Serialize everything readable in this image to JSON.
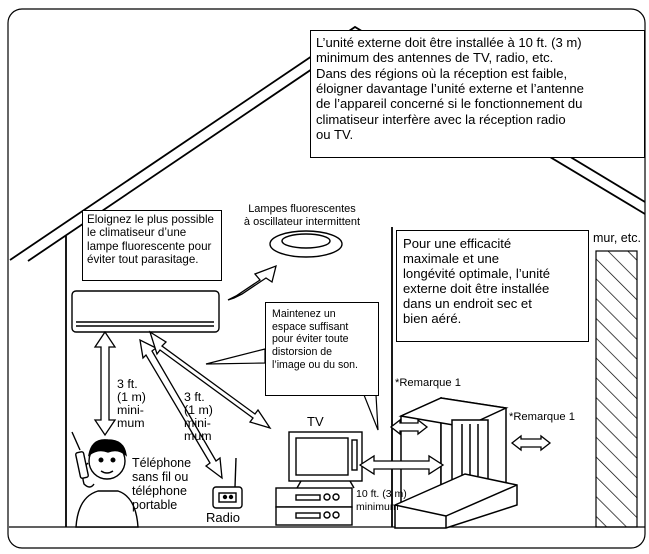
{
  "notes": {
    "antenna_distance": "L’unité externe doit être installée à 10 ft. (3 m)\nminimum des antennes de TV, radio, etc.\nDans des régions où la réception est faible,\néloigner davantage l’unité externe et l’antenne\nde l’appareil concerné si le fonctionnement du\nclimatiseur interfère avec la réception radio\nou TV.",
    "fluorescent_advice": "Eloignez le plus possible\nle climatiseur d’une\nlampe fluorescente pour\néviter tout parasitage.",
    "fluorescent_lamp_label": "Lampes fluorescentes\nà oscillateur intermittent",
    "outdoor_unit_advice": "Pour une efficacité\nmaximale et une\nlongévité optimale, l’unité\nexterne doit être installée\ndans un endroit sec et\nbien aéré.",
    "tv_space_advice": "Maintenez un\nespace suffisant\npour éviter toute\ndistorsion de\nl’image ou du son."
  },
  "labels": {
    "wall": "mur, etc.",
    "tv": "TV",
    "radio": "Radio",
    "phone": "Téléphone\nsans fil ou\ntéléphone\nportable",
    "remark_top": "*Remarque 1",
    "remark_side": "*Remarque 1",
    "dist_vertical": "3 ft.\n(1 m)\nmini-\nmum",
    "dist_diagonal": "3 ft.\n(1 m)\nmini-\nmum",
    "dist_outdoor_value": "10 ft. (3 m)",
    "dist_outdoor_word": "minimum"
  }
}
